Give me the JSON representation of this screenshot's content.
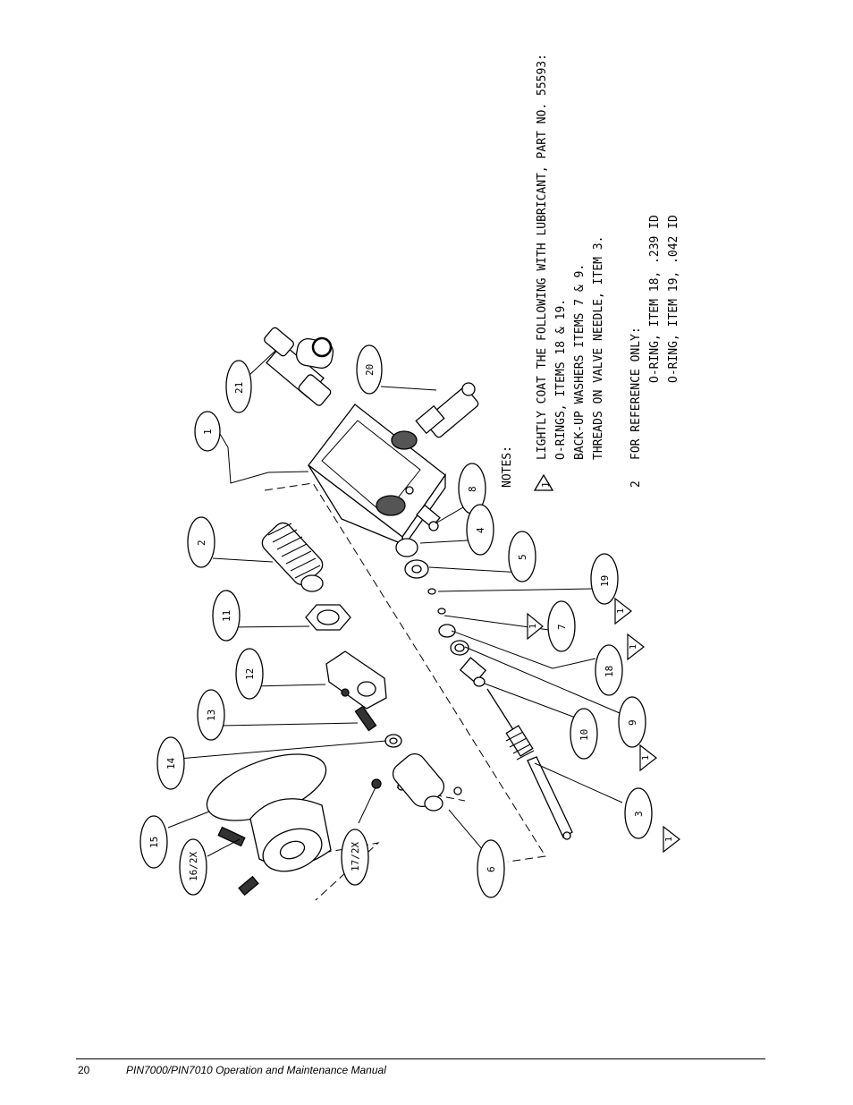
{
  "drawing": {
    "notes_heading": "NOTES:",
    "notes": [
      {
        "number": "1",
        "lines": [
          "LIGHTLY COAT THE FOLLOWING WITH LUBRICANT, PART NO. 55593:",
          "O-RINGS, ITEMS 18 & 19.",
          "BACK-UP WASHERS ITEMS 7 & 9.",
          "THREADS ON VALVE NEEDLE, ITEM 3."
        ]
      },
      {
        "number": "2",
        "lines": [
          "FOR REFERENCE ONLY:",
          "O-RING, ITEM 18, .239 ID",
          "O-RING, ITEM 19, .042 ID"
        ]
      }
    ],
    "callouts": [
      "1",
      "2",
      "3",
      "4",
      "5",
      "6",
      "7",
      "8",
      "9",
      "10",
      "11",
      "12",
      "13",
      "14",
      "15",
      "16/2X",
      "17/2X",
      "18",
      "19",
      "20",
      "21"
    ],
    "flag_label": "1"
  },
  "footer": {
    "page_number": "20",
    "manual_title": "PIN7000/PIN7010 Operation and Maintenance Manual"
  }
}
